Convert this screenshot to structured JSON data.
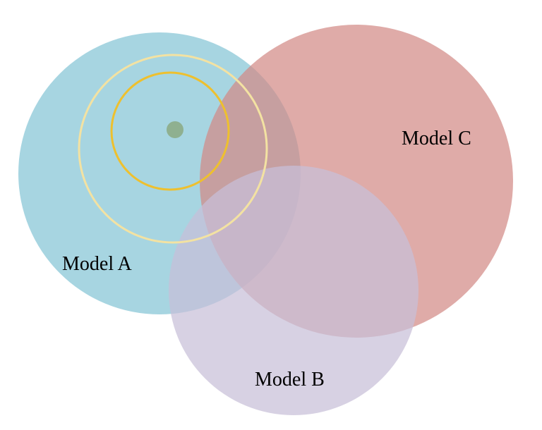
{
  "diagram": {
    "labels": {
      "model_a": "Model A",
      "model_b": "Model B",
      "model_c": "Model C"
    },
    "colors": {
      "model_a": "#a7d5e1",
      "model_b": "#c8bfd8",
      "model_c": "#d28b86",
      "outer_ring": "#f3e2a2",
      "inner_ring": "#eec02e",
      "center_dot": "#8fb090"
    }
  }
}
